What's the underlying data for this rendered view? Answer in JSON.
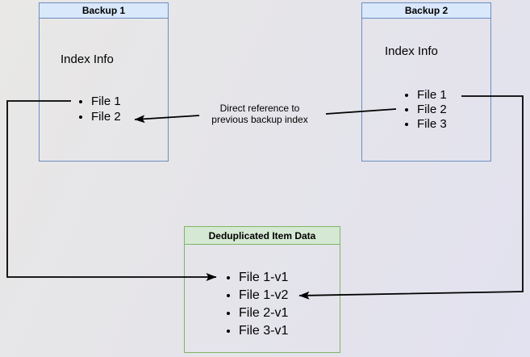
{
  "diagram": {
    "background": {
      "gradient_from": "#e9e8e6",
      "gradient_to": "#e2e2f0"
    },
    "colors": {
      "blue_box_fill": "#dae8fc",
      "blue_box_border": "#6c8ebf",
      "green_box_fill": "#d5e8d4",
      "green_box_border": "#82b366",
      "connector": "#000000",
      "text": "#000000"
    },
    "boxes": {
      "backup1": {
        "title": "Backup 1",
        "heading": "Index Info",
        "items": [
          "File 1",
          "File 2"
        ]
      },
      "backup2": {
        "title": "Backup 2",
        "heading": "Index Info",
        "items": [
          "File 1",
          "File 2",
          "File 3"
        ]
      },
      "dedup": {
        "title": "Deduplicated Item Data",
        "items": [
          "File 1-v1",
          "File 1-v2",
          "File 2-v1",
          "File 3-v1"
        ]
      }
    },
    "edge_label": {
      "line1": "Direct reference to",
      "line2": "previous backup index"
    },
    "connectors": [
      {
        "name": "backup1-file1-to-dedup-file1v1",
        "label": ""
      },
      {
        "name": "backup2-file1-to-dedup-file1v2",
        "label": ""
      },
      {
        "name": "backup2-file2-to-backup1-file2",
        "label": "Direct reference to previous backup index"
      }
    ]
  }
}
